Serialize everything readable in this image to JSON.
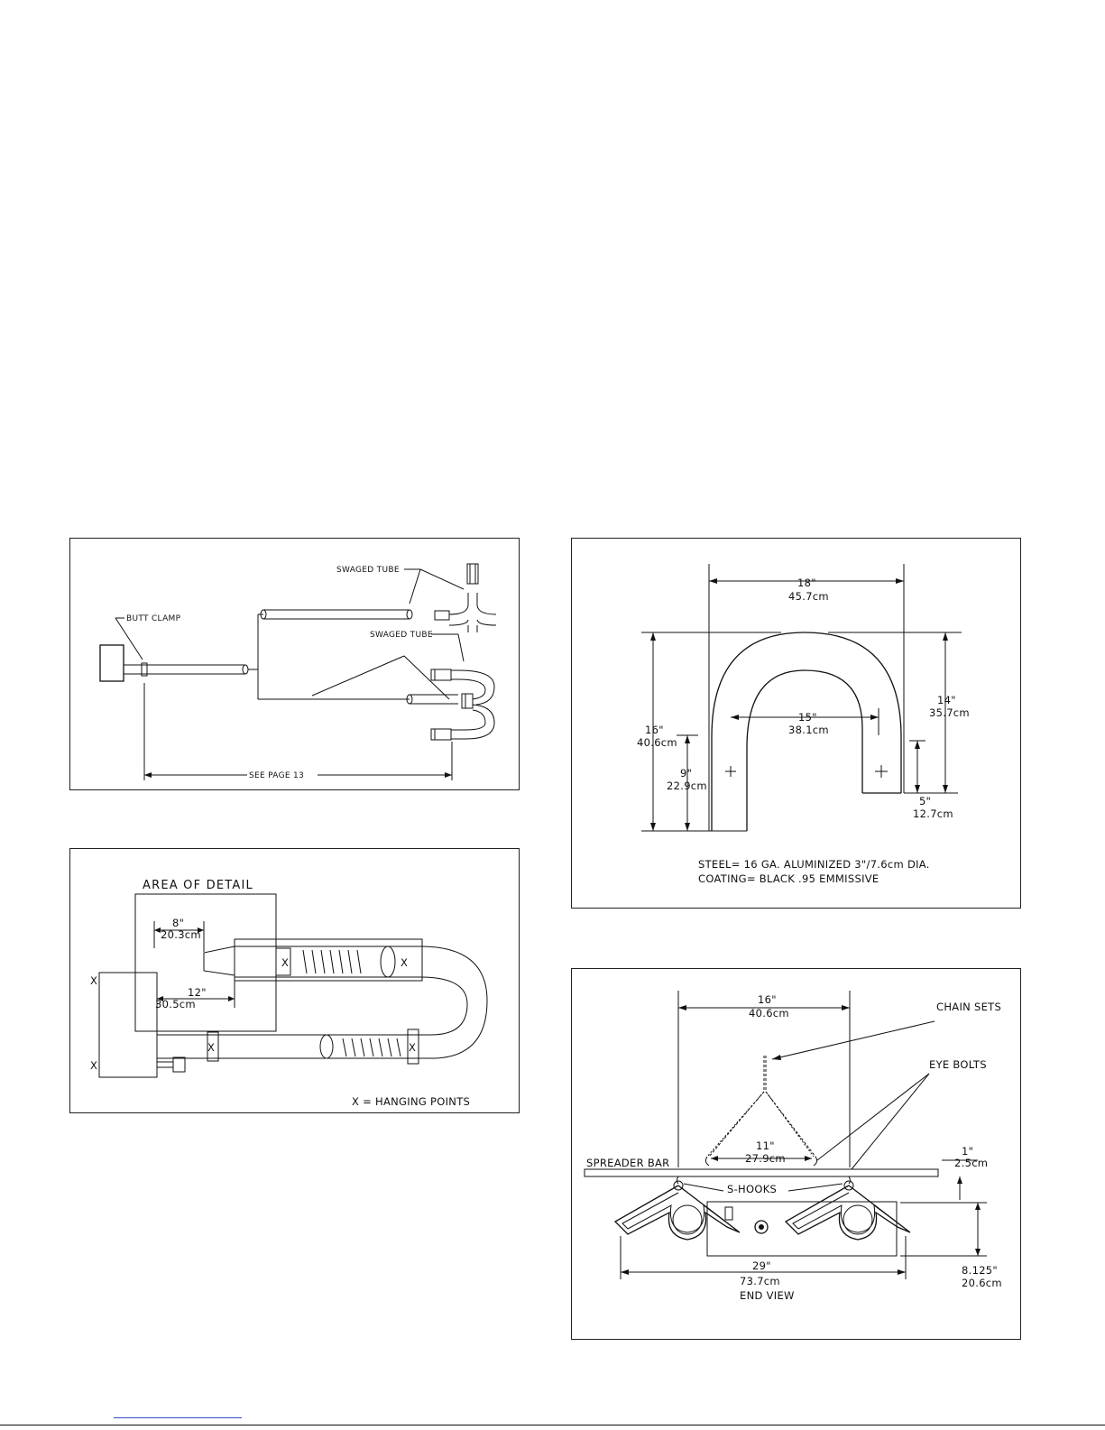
{
  "panel_piping": {
    "labels": {
      "swaged_tube_top": "SWAGED TUBE",
      "swaged_tube_mid": "SWAGED TUBE",
      "butt_clamp": "BUTT CLAMP",
      "see_page": "SEE PAGE 13"
    }
  },
  "panel_hanging": {
    "labels": {
      "area_of_detail": "AREA OF DETAIL",
      "dim_8_in": "8\"",
      "dim_8_cm": "20.3cm",
      "dim_12_in": "12\"",
      "dim_12_cm": "30.5cm",
      "hanging_note": "X = HANGING POINTS",
      "x_mark": "X"
    }
  },
  "panel_ubend": {
    "labels": {
      "dim_18_in": "18\"",
      "dim_18_cm": "45.7cm",
      "dim_15_in": "15\"",
      "dim_15_cm": "38.1cm",
      "dim_16_in": "16\"",
      "dim_16_cm": "40.6cm",
      "dim_9_in": "9\"",
      "dim_9_cm": "22.9cm",
      "dim_14_in": "14\"",
      "dim_14_cm": "35.7cm",
      "dim_5_in": "5\"",
      "dim_5_cm": "12.7cm",
      "steel_note": "STEEL= 16 GA. ALUMINIZED 3\"/7.6cm DIA.",
      "coating_note": "COATING= BLACK .95 EMMISSIVE"
    }
  },
  "panel_endview": {
    "labels": {
      "dim_16_in": "16\"",
      "dim_16_cm": "40.6cm",
      "chain_sets": "CHAIN SETS",
      "eye_bolts": "EYE BOLTS",
      "dim_11_in": "11\"",
      "dim_11_cm": "27.9cm",
      "spreader_bar": "SPREADER BAR",
      "dim_1_in": "1\"",
      "dim_1_cm": "2.5cm",
      "s_hooks": "S-HOOKS",
      "dim_8125_in": "8.125\"",
      "dim_8125_cm": "20.6cm",
      "dim_29_in": "29\"",
      "dim_29_cm": "73.7cm",
      "end_view": "END VIEW"
    }
  }
}
